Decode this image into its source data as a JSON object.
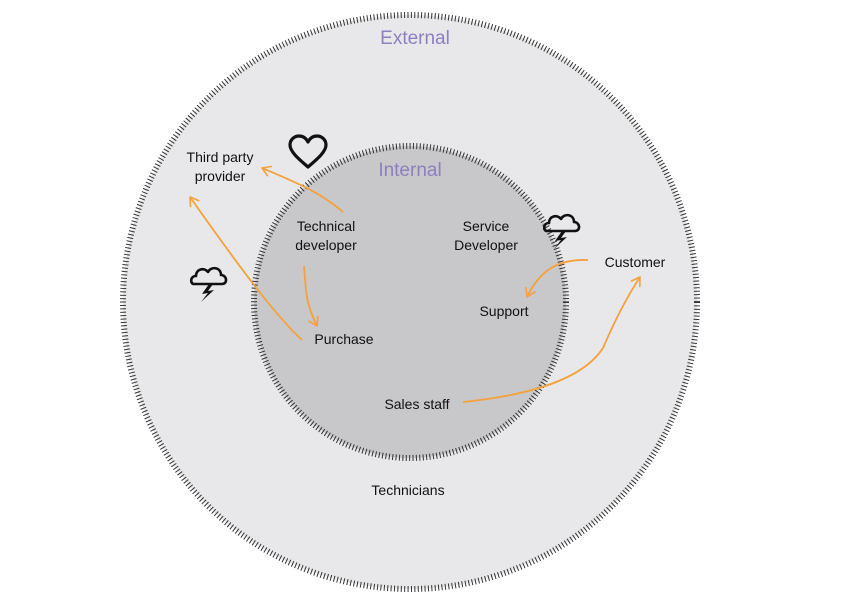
{
  "zones": {
    "external": "External",
    "internal": "Internal"
  },
  "actors": {
    "third_party_provider": "Third party\nprovider",
    "technical_developer": "Technical\ndeveloper",
    "service_developer": "Service\nDeveloper",
    "customer": "Customer",
    "support": "Support",
    "purchase": "Purchase",
    "sales_staff": "Sales staff",
    "technicians": "Technicians"
  },
  "icons": {
    "relationship_positive": "heart-icon",
    "relationship_conflict": "storm-cloud-icon"
  },
  "colors": {
    "outer_ring_fill": "#e8e7ea",
    "inner_ring_fill": "#c8c7ca",
    "ring_border": "#333333",
    "arrow": "#f5a13c",
    "zone_label": "#8e7fc0"
  }
}
